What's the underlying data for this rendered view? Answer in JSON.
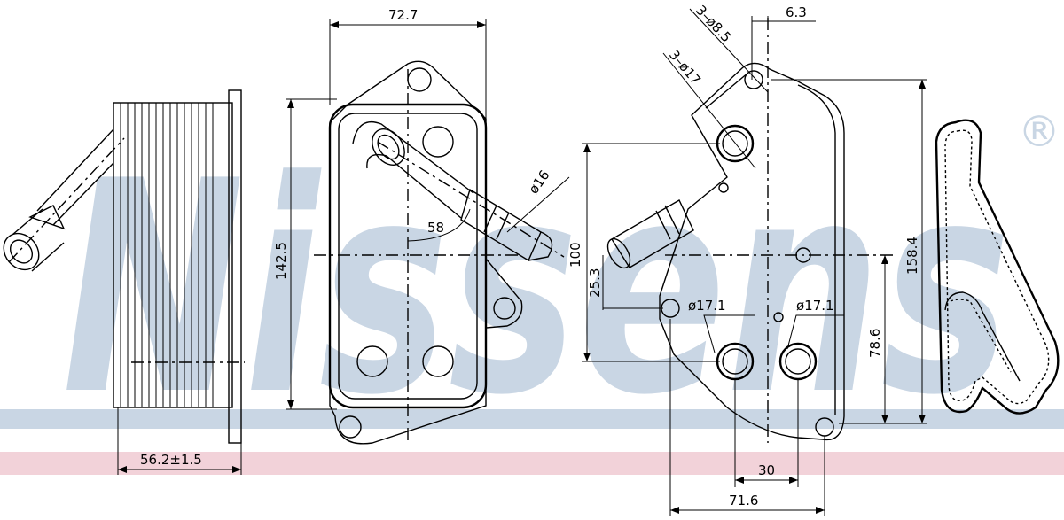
{
  "watermark": {
    "brand": "Nissens",
    "mark": "®"
  },
  "colors": {
    "band_blue": "#c9d6e4",
    "band_red": "#f2d2d9",
    "watermark": "#c9d6e4",
    "line": "#000000"
  },
  "dimensions": {
    "width_top": "72.7",
    "height_front": "142.5",
    "angle": "58",
    "pipe_dia": "ø16",
    "depth": "56.2±1.5",
    "holes_small": "3–ø8.5",
    "holes_large": "3–ø17",
    "offset_top": "6.3",
    "height_total": "158.4",
    "spacing_v": "100",
    "offset_left": "25.3",
    "bore_left": "ø17.1",
    "bore_right": "ø17.1",
    "height_right": "78.6",
    "spacing_h": "30",
    "width_bottom": "71.6"
  }
}
